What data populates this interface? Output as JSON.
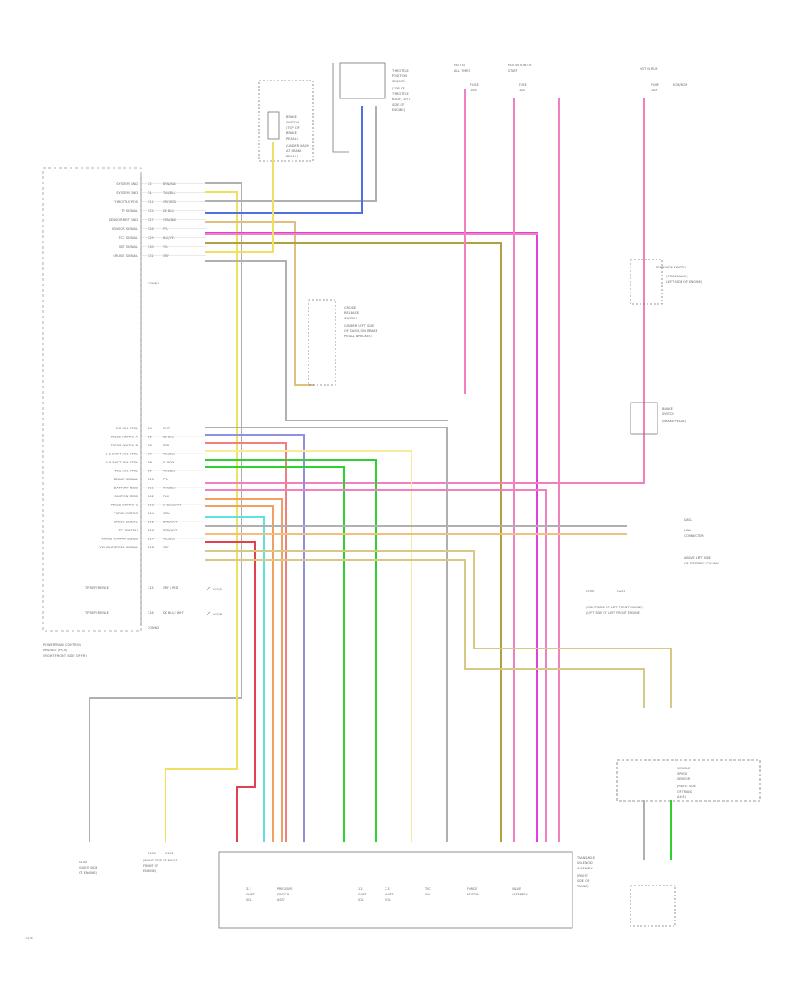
{
  "diagram_id": "T216",
  "pcm": {
    "title_lines": [
      "POWERTRAIN CONTROL",
      "MODULE (PCM)",
      "(RIGHT FRONT SIDE OF FR)"
    ],
    "pins_top": [
      {
        "label": "SYSTEM GND",
        "pin": "C3",
        "wire": "BRN/BLK"
      },
      {
        "label": "SYSTEM GND",
        "pin": "C4",
        "wire": "TAN/BLK"
      },
      {
        "label": "THROTTLE POS",
        "pin": "C11",
        "wire": "GRY/RED"
      },
      {
        "label": "TP SIGNAL",
        "pin": "C12",
        "wire": "DK BLU"
      },
      {
        "label": "SENSOR REF GND",
        "pin": "C27",
        "wire": "ORN/BLK"
      },
      {
        "label": "SENSOR SIGNAL",
        "pin": "C28",
        "wire": "PPL"
      },
      {
        "label": "TCC SIGNAL",
        "pin": "C29",
        "wire": "BLK/YEL"
      },
      {
        "label": "SET SIGNAL",
        "pin": "C30",
        "wire": "YEL"
      },
      {
        "label": "CRUISE SIGNAL",
        "pin": "C31",
        "wire": "GRY"
      }
    ],
    "conn_1": "CONN 1",
    "pins_bottom": [
      {
        "label": "3-2 SOL CTRL",
        "pin": "D4",
        "wire": "WHT"
      },
      {
        "label": "PRESS SWITCH A",
        "pin": "D5",
        "wire": "DK BLU"
      },
      {
        "label": "PRESS SWITCH B",
        "pin": "D6",
        "wire": "RED"
      },
      {
        "label": "1-2 SHIFT SOL CTRL",
        "pin": "D7",
        "wire": "YEL/BLK"
      },
      {
        "label": "2-3 SHIFT SOL CTRL",
        "pin": "D8",
        "wire": "LT GRN"
      },
      {
        "label": "TCC SOL CTRL",
        "pin": "D9",
        "wire": "TAN/BLK"
      },
      {
        "label": "BRAKE SIGNAL",
        "pin": "D10",
        "wire": "PPL"
      },
      {
        "label": "BATTERY FEED",
        "pin": "D11",
        "wire": "PNK/BLK"
      },
      {
        "label": "IGNITION FEED",
        "pin": "D12",
        "wire": "PNK"
      },
      {
        "label": "PRESS SWITCH C",
        "pin": "D13",
        "wire": "LT BLU/WHT"
      },
      {
        "label": "FORCE MOTOR",
        "pin": "D14",
        "wire": "ORN"
      },
      {
        "label": "SPEED SIGNAL",
        "pin": "D15",
        "wire": "BRN/WHT"
      },
      {
        "label": "TFP SWITCH",
        "pin": "D16",
        "wire": "RED/WHT"
      },
      {
        "label": "TRANS OUTPUT SPEED",
        "pin": "D17",
        "wire": "YEL/BLK"
      },
      {
        "label": "VEHICLE SPEED SIGNAL",
        "pin": "D18",
        "wire": "GRY"
      }
    ],
    "tp_ref_1": {
      "label": "TP REFERENCE",
      "pin": "C15",
      "wire": "GRY / RED",
      "tag": "VSS/A"
    },
    "tp_ref_2": {
      "label": "TP REFERENCE",
      "pin": "C16",
      "wire": "DK BLU / WHT",
      "tag": "VSS/B"
    },
    "conn_2": "CONN 2"
  },
  "components": {
    "brake_switch": [
      "BRAKE",
      "SWITCH",
      "(TOP OF",
      "BRAKE",
      "PEDAL)",
      "(UNDER DASH",
      "AT BRAKE",
      "PEDAL)"
    ],
    "throttle_sensor": [
      "THROTTLE",
      "POSITION",
      "SENSOR",
      "(TOP OF",
      "THROTTLE",
      "BODY, LEFT",
      "SIDE OF",
      "ENGINE)"
    ],
    "fuse_1": [
      "HOT AT",
      "ALL TIMES",
      "FUSE",
      "10A"
    ],
    "fuse_2": [
      "HOT IN RUN OR",
      "START",
      "FUSE",
      "10A"
    ],
    "fuse_3": [
      "HOT IN RUN",
      "FUSE",
      "10A",
      "ECM/BCM"
    ],
    "pressure_switch": [
      "PRESSURE SWITCH",
      "(TRANSAXLE,",
      "LEFT SIDE OF ENGINE)"
    ],
    "cruise_unit": [
      "CRUISE",
      "RELEASE",
      "SWITCH",
      "(UNDER LEFT SIDE",
      "OF DASH, ON BRAKE",
      "PEDAL BRACKET)"
    ],
    "brake_light_sw": [
      "BRAKE",
      "SWITCH",
      "(BRAKE PEDAL)"
    ],
    "data_link": [
      "DATA",
      "LINK",
      "CONNECTOR"
    ],
    "ground_note": [
      "ABOVE LEFT SIDE",
      "OF STEERING COLUMN"
    ],
    "g_bottom_left": [
      "G100",
      "(RIGHT SIDE",
      "OF ENGINE)"
    ],
    "g_bottom_mid": [
      "C100",
      "C101",
      "(RIGHT SIDE OF RIGHT",
      "FRONT OF",
      "ENGINE)"
    ],
    "g_right_mid": [
      "G200",
      "G201",
      "(RIGHT SIDE OF LEFT FRONT ENGINE)",
      "(LEFT SIDE OF LEFT FRONT ENGINE)"
    ],
    "vss": [
      "VEHICLE",
      "SPEED",
      "SENSOR",
      "(RIGHT SIDE",
      "OF TRANS",
      "AXLE)"
    ],
    "transaxle_box": [
      "TRANSAXLE",
      "SOLENOID",
      "ASSEMBLY",
      "(RIGHT",
      "SIDE OF",
      "TRANS)"
    ],
    "trans_labels": [
      "3-2",
      "SHIFT",
      "SOL",
      "PRESSURE",
      "SWITCH",
      "ASSY",
      "1-2",
      "SHIFT",
      "SOL",
      "2-3",
      "SHIFT",
      "SOL",
      "TCC",
      "SOL",
      "FORCE",
      "MOTOR",
      "VALVE",
      "ASSEMBLY"
    ]
  },
  "colors": {
    "yellow": "#f0e060",
    "blue": "#5070e0",
    "pink": "#f080c0",
    "magenta": "#e040e0",
    "olive": "#b0a040",
    "orange": "#f0a060",
    "red": "#e04050",
    "green": "#30d030",
    "cyan": "#60e0e0",
    "grey": "#b0b0b0",
    "tan": "#e0c080",
    "lightyellow": "#f5eb9a",
    "lavender": "#9090e0"
  }
}
